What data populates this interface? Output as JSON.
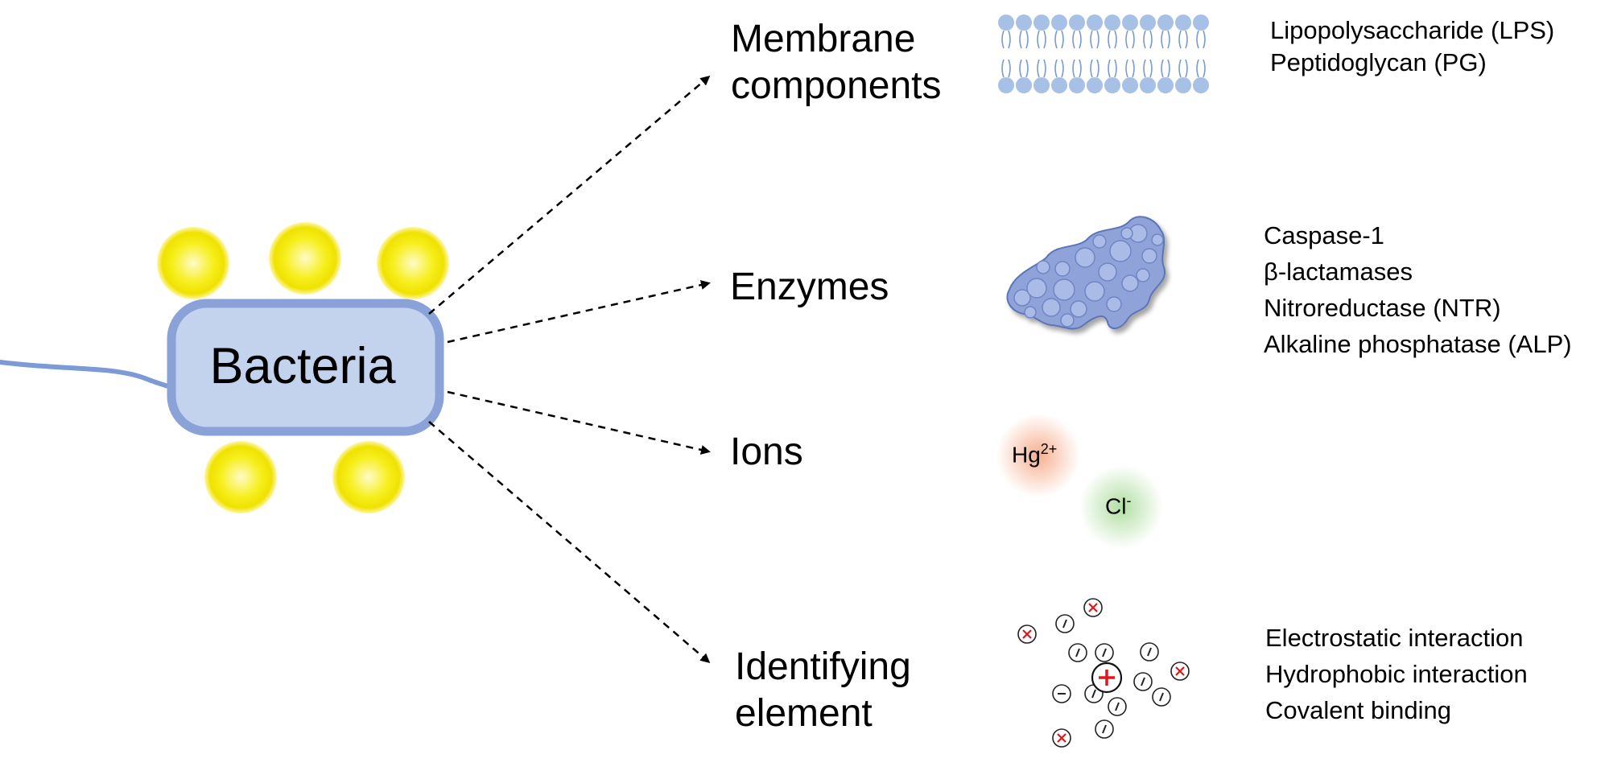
{
  "center_label": "Bacteria",
  "categories": {
    "membrane": [
      "Membrane",
      "components"
    ],
    "enzymes": "Enzymes",
    "ions": "Ions",
    "identifying": [
      "Identifying",
      "element"
    ]
  },
  "lists": {
    "membrane": [
      "Lipopolysaccharide (LPS)",
      "Peptidoglycan (PG)"
    ],
    "enzymes": [
      "Caspase-1",
      "β-lactamases",
      "Nitroreductase (NTR)",
      "Alkaline phosphatase (ALP)"
    ],
    "identifying": [
      "Electrostatic interaction",
      "Hydrophobic interaction",
      "Covalent binding"
    ]
  },
  "ions": {
    "hg": {
      "base": "Hg",
      "charge": "2+"
    },
    "cl": {
      "base": "Cl",
      "charge": "-"
    }
  },
  "colors": {
    "bacteria_fill": "#c3d3ee",
    "bacteria_stroke": "#8aa2d8",
    "sphere": "#f4ec10",
    "sphere_glow": "#fff7a0",
    "membrane": "#a6c0e6",
    "enzyme": "#8fa3d9",
    "hg_glow": "#f4a67c",
    "cl_glow": "#a9d99a",
    "charge_red": "#e0161c"
  }
}
